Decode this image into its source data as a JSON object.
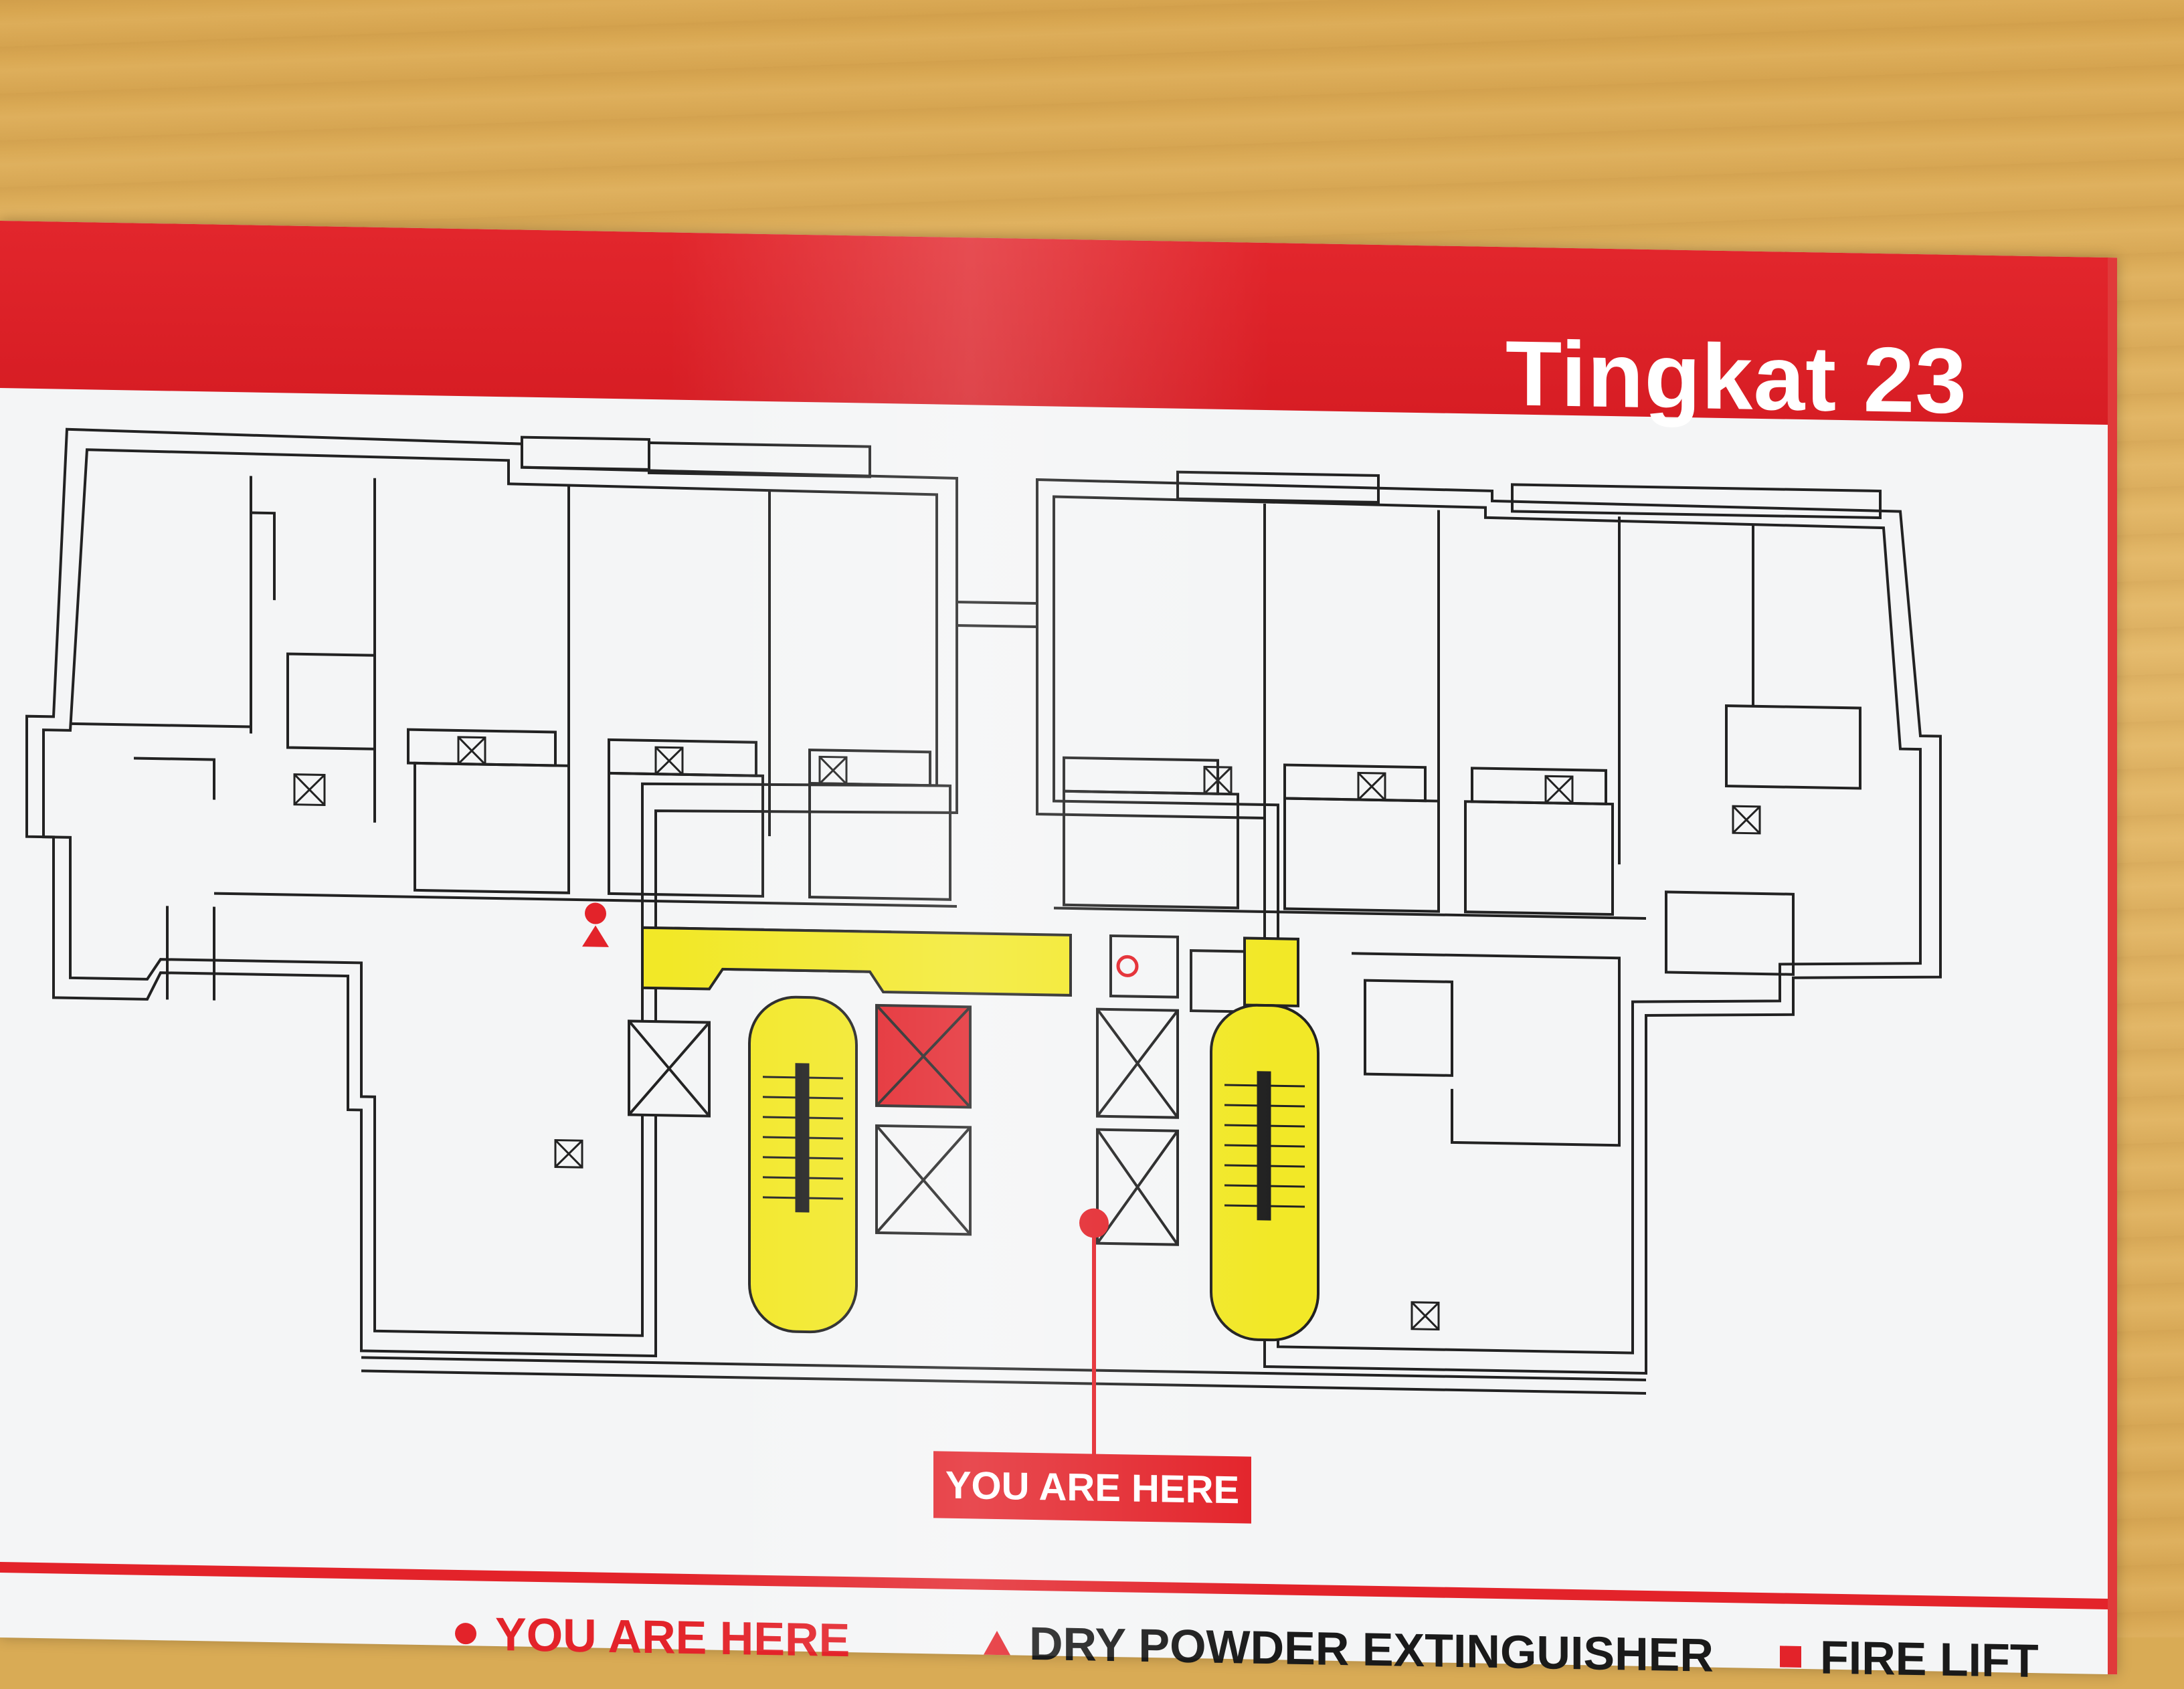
{
  "sign": {
    "level_title": "Tingkat 23",
    "you_are_here_tag": "YOU ARE HERE",
    "legend": {
      "you_are_here": "YOU ARE HERE",
      "extinguisher": "DRY POWDER EXTINGUISHER",
      "fire_lift": "FIRE LIFT"
    }
  },
  "colors": {
    "sign_red": "#e3232a",
    "escape_route_yellow": "#f2e827",
    "plan_line": "#222222",
    "board_white": "#f4f5f6",
    "table_wood": "#d9ab55"
  },
  "icons": {
    "you_are_here_marker": "red-dot-icon",
    "extinguisher_marker": "red-triangle-icon",
    "fire_lift_marker": "red-square-icon"
  }
}
